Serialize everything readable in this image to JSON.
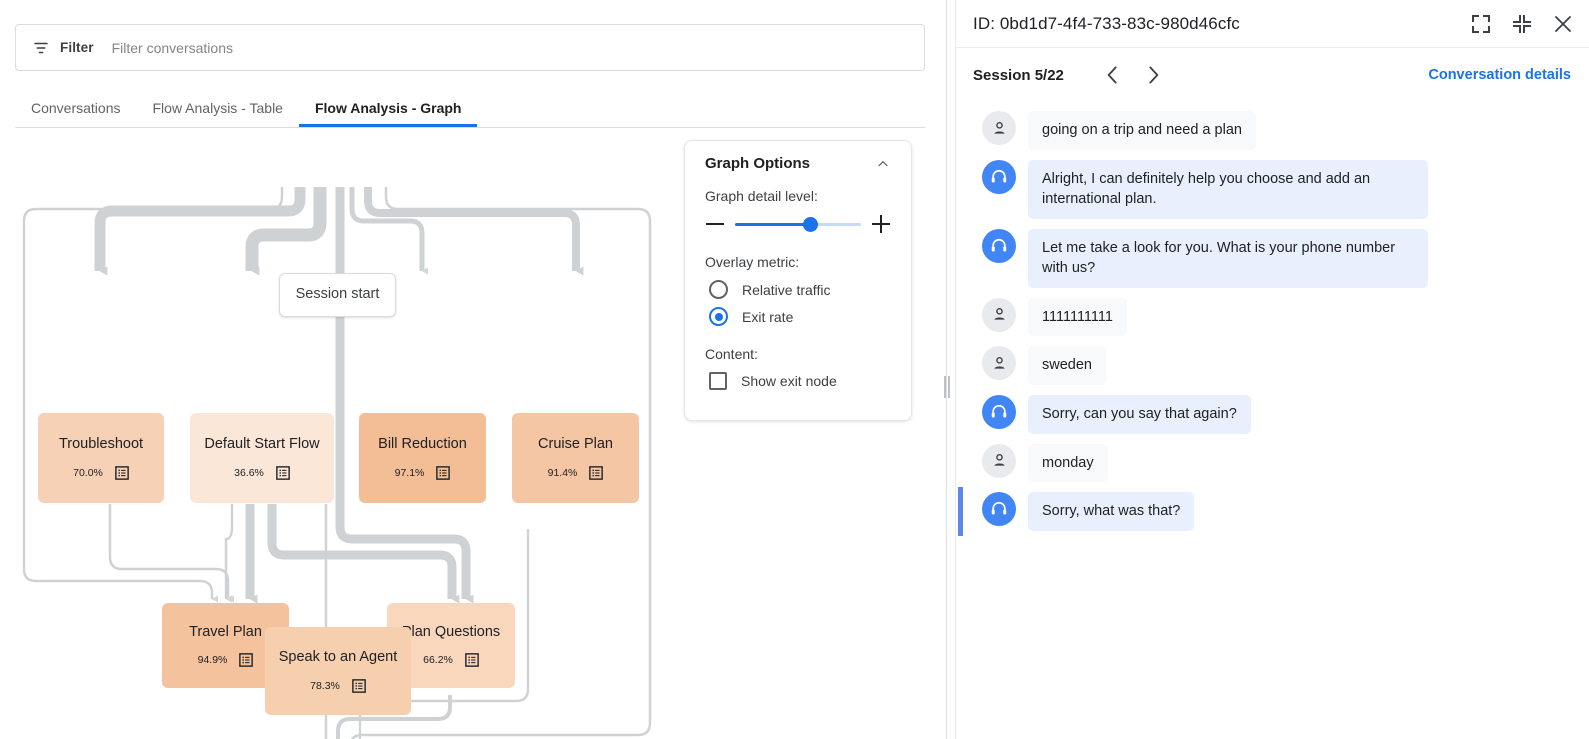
{
  "filter": {
    "icon": "filter-icon",
    "label": "Filter",
    "placeholder": "Filter conversations",
    "value": ""
  },
  "tabs": [
    {
      "label": "Conversations",
      "active": false
    },
    {
      "label": "Flow Analysis - Table",
      "active": false
    },
    {
      "label": "Flow Analysis - Graph",
      "active": true
    }
  ],
  "graph": {
    "start_node": {
      "label": "Session start"
    },
    "nodes": [
      {
        "label": "Troubleshoot",
        "percent": "70.0%",
        "color": "#f6d1b6"
      },
      {
        "label": "Default Start Flow",
        "percent": "36.6%",
        "color": "#fbe7d8"
      },
      {
        "label": "Bill Reduction",
        "percent": "97.1%",
        "color": "#f3bd96"
      },
      {
        "label": "Cruise Plan",
        "percent": "91.4%",
        "color": "#f5c6a3"
      },
      {
        "label": "Travel Plan",
        "percent": "94.9%",
        "color": "#f4c29d"
      },
      {
        "label": "Plan Questions",
        "percent": "66.2%",
        "color": "#f8d7bd"
      },
      {
        "label": "Speak to an Agent",
        "percent": "78.3%",
        "color": "#f6cfae"
      }
    ]
  },
  "graph_options": {
    "title": "Graph Options",
    "collapse_icon": "chevron-up-icon",
    "detail_label": "Graph detail level:",
    "slider_value": 60,
    "decrease_icon": "minus-icon",
    "increase_icon": "plus-icon",
    "overlay_label": "Overlay metric:",
    "overlay_options": [
      {
        "label": "Relative traffic",
        "selected": false
      },
      {
        "label": "Exit rate",
        "selected": true
      }
    ],
    "content_label": "Content:",
    "content_options": [
      {
        "label": "Show exit node",
        "checked": false
      }
    ]
  },
  "right_panel": {
    "id_text": "ID: 0bd1d7-4f4-733-83c-980d46cfc",
    "expand_icon": "fullscreen-icon",
    "collapse_icon": "collapse-icon",
    "close_icon": "close-icon",
    "session_label": "Session 5/22",
    "prev_icon": "chevron-left-icon",
    "next_icon": "chevron-right-icon",
    "details_link": "Conversation details",
    "link_color": "#1a73e8",
    "messages": [
      {
        "role": "user",
        "text": "going on a trip and need a plan",
        "highlight": false
      },
      {
        "role": "agent",
        "text": "Alright, I can definitely help you choose and add an international plan.",
        "highlight": false
      },
      {
        "role": "agent",
        "text": "Let me take a look for you. What is your phone number with us?",
        "highlight": false
      },
      {
        "role": "user",
        "text": "1111111111",
        "highlight": false
      },
      {
        "role": "user",
        "text": "sweden",
        "highlight": false
      },
      {
        "role": "agent",
        "text": "Sorry, can you say that again?",
        "highlight": false
      },
      {
        "role": "user",
        "text": "monday",
        "highlight": false
      },
      {
        "role": "agent",
        "text": "Sorry, what was that?",
        "highlight": true
      }
    ]
  }
}
